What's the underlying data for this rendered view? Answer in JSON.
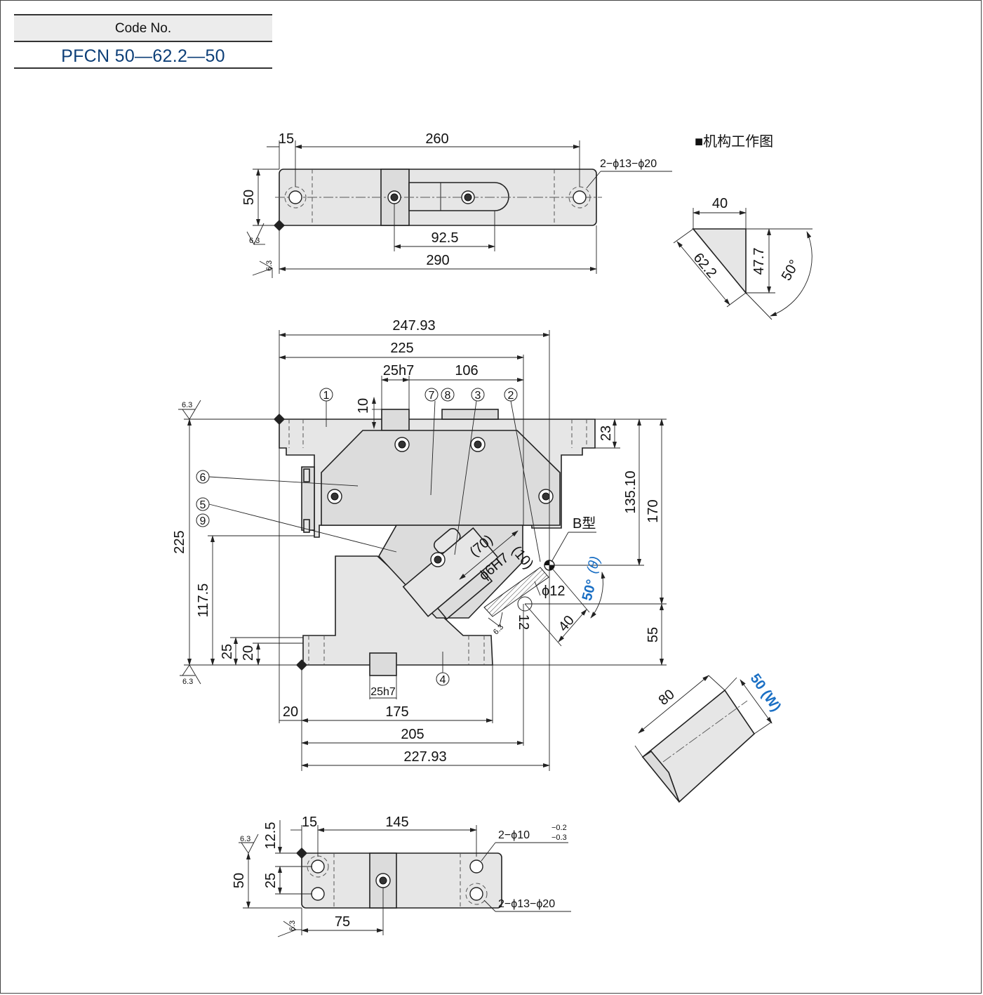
{
  "code": {
    "label": "Code No.",
    "value": "PFCN 50—62.2—50"
  },
  "mech_title": "■机构工作图",
  "top_view": {
    "d15": "15",
    "d260": "260",
    "d50": "50",
    "d92_5": "92.5",
    "d290": "290",
    "holes": "2−ϕ13−ϕ20",
    "rough1": "6.3",
    "rough2": "6.3"
  },
  "front_view": {
    "d247_93": "247.93",
    "d225": "225",
    "d25h7": "25h7",
    "d106": "106",
    "d10": "10",
    "d23": "23",
    "d135_10": "135.10",
    "d170": "170",
    "d225v": "225",
    "d117_5": "117.5",
    "d25": "25",
    "d20": "20",
    "d55": "55",
    "d25h7b": "25h7",
    "d20b": "20",
    "d175": "175",
    "d205": "205",
    "d227_93": "227.93",
    "d70": "(70)",
    "d6h7": "ϕ6H7",
    "d10p": "(10)",
    "d12": "ϕ12",
    "d12b": "12",
    "d40": "40",
    "btype": "B型",
    "angle": "50°",
    "theta": "(θ)",
    "r1": "6.3",
    "r2": "6.3",
    "r3": "6.3",
    "n1": "1",
    "n2": "2",
    "n3": "3",
    "n4": "4",
    "n5": "5",
    "n6": "6",
    "n7": "7",
    "n8": "8",
    "n9": "9"
  },
  "bottom_view": {
    "d15": "15",
    "d145": "145",
    "d12_5": "12.5",
    "d50": "50",
    "d25": "25",
    "d75": "75",
    "holes_a": "2−ϕ10",
    "tol_up": "−0.2",
    "tol_dn": "−0.3",
    "holes_b": "2−ϕ13−ϕ20",
    "r1": "6.3",
    "r2": "6.3"
  },
  "triangle": {
    "d40": "40",
    "d62_2": "62.2",
    "d47_7": "47.7",
    "d50deg": "50°"
  },
  "block": {
    "d80": "80",
    "d50w": "50 (W)"
  }
}
